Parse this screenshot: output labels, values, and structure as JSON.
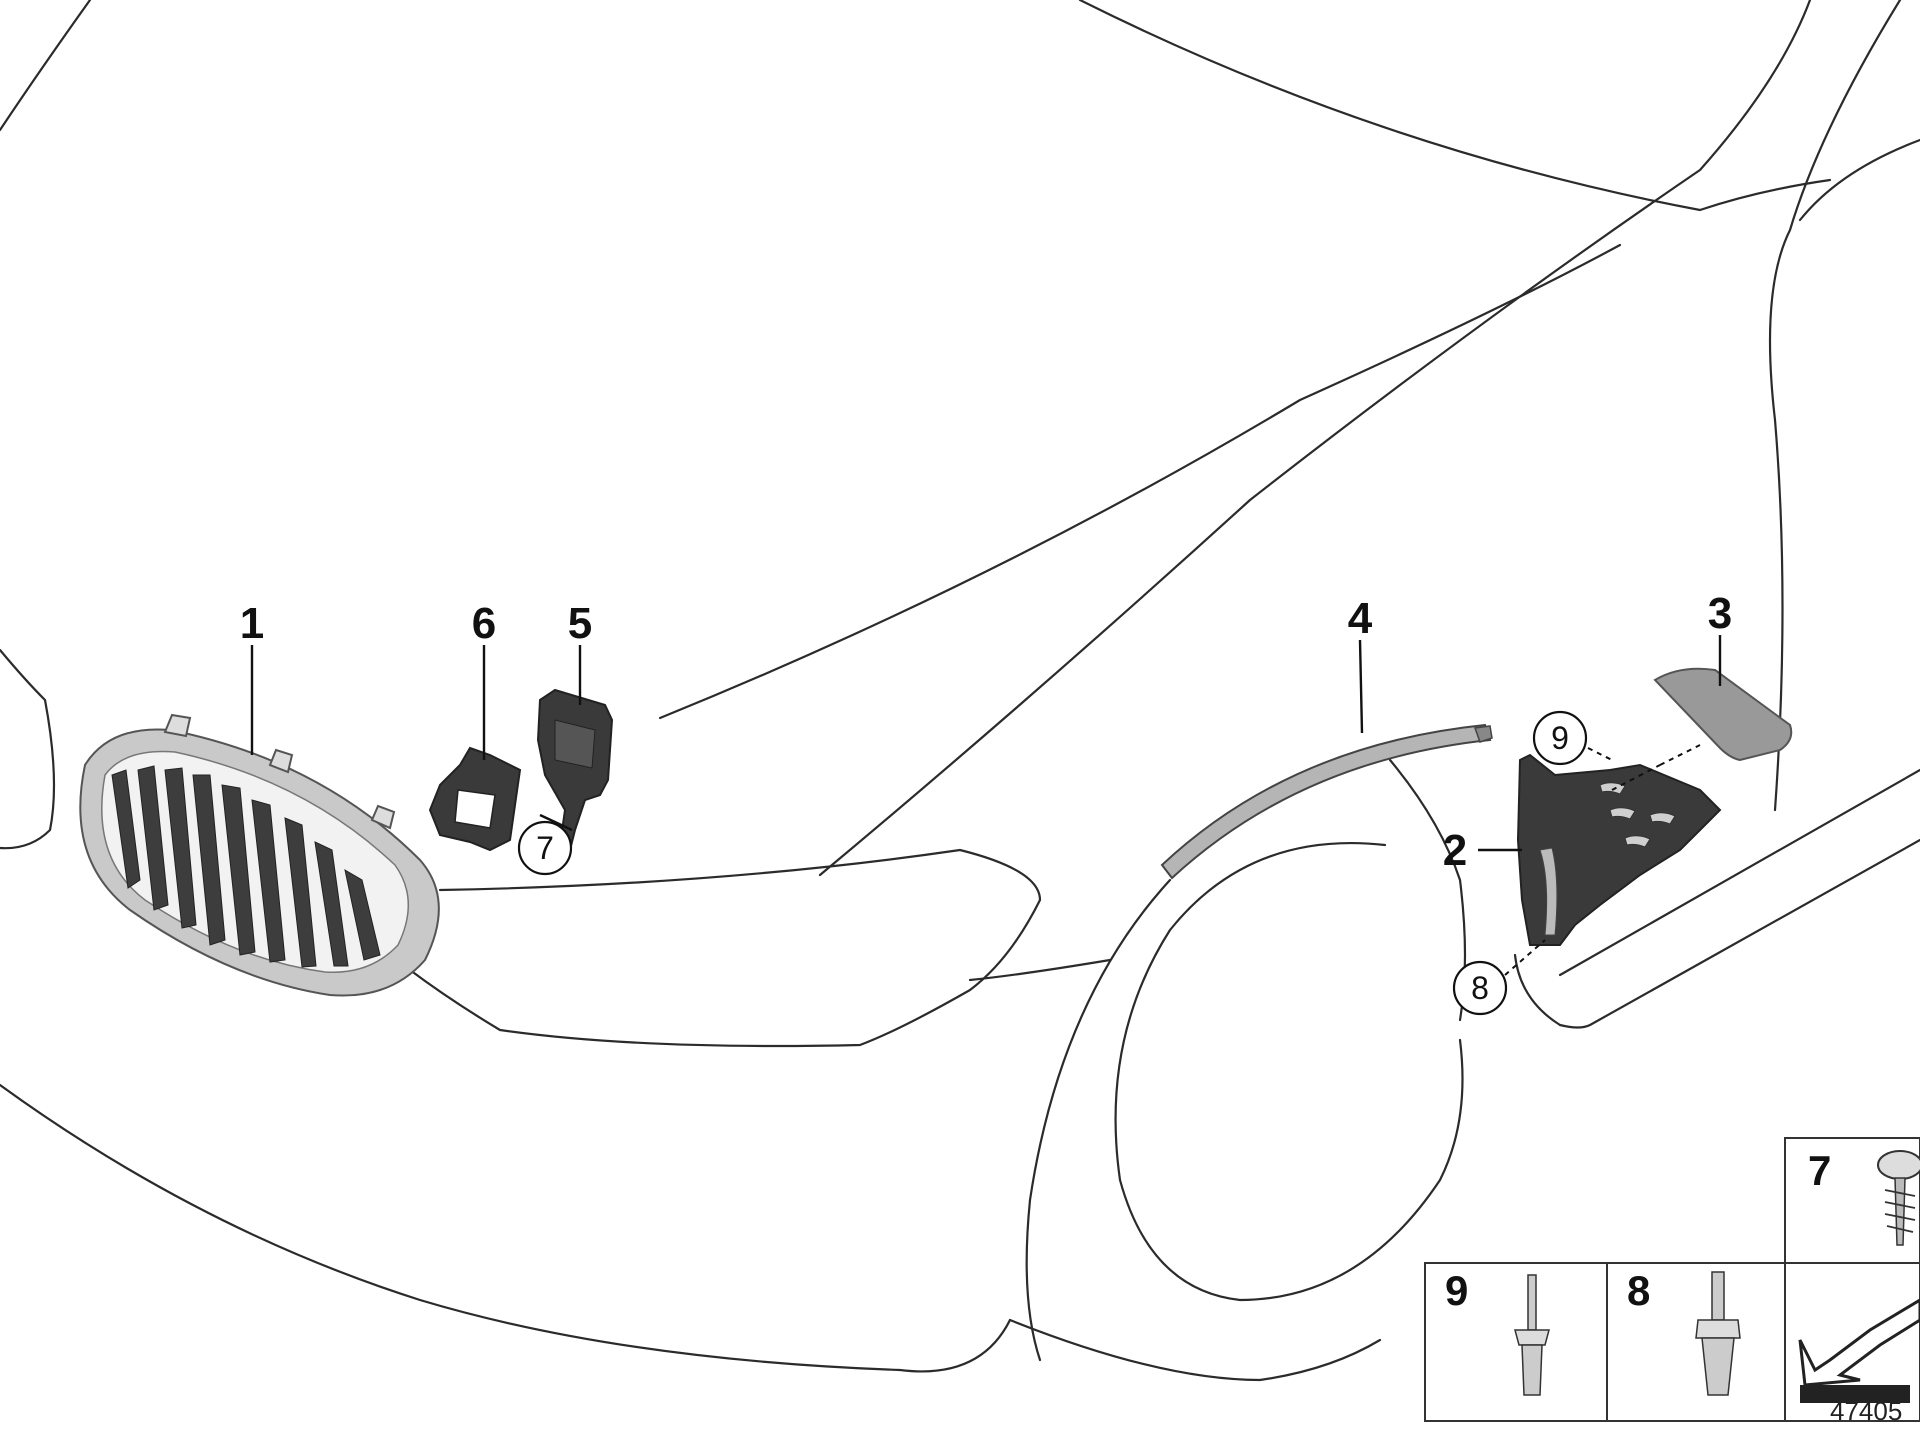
{
  "callouts": {
    "c1": "1",
    "c2": "2",
    "c3": "3",
    "c4": "4",
    "c5": "5",
    "c6": "6",
    "c7": "7",
    "c8": "8",
    "c9": "9"
  },
  "legend": {
    "item7": "7",
    "item9": "9",
    "item8": "8"
  },
  "diagram_id": "47405"
}
